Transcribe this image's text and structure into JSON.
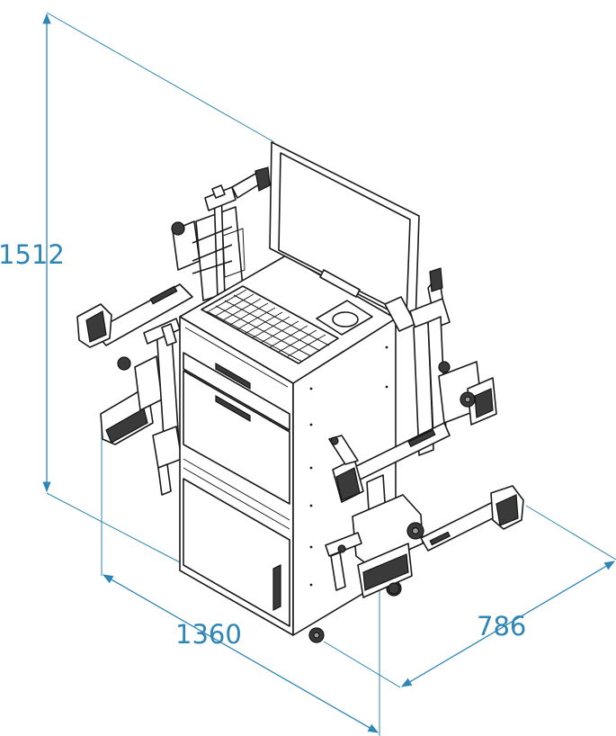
{
  "dimensions": {
    "height": "1512",
    "width": "1360",
    "depth": "786"
  },
  "colors": {
    "dimension": "#2e86b4",
    "outline": "#1a1a1a",
    "background": "#ffffff"
  }
}
